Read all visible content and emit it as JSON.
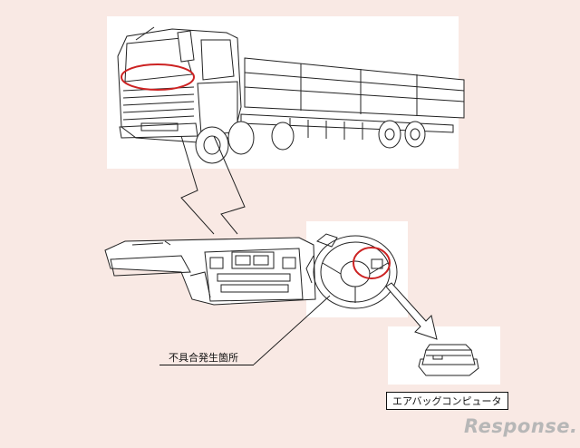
{
  "labels": {
    "fault_location": "不具合発生箇所",
    "airbag_computer": "エアバッグコンピュータ"
  },
  "watermark": "Response.",
  "colors": {
    "background": "#f9e9e4",
    "highlight": "#cc2222",
    "line": "#222222"
  }
}
